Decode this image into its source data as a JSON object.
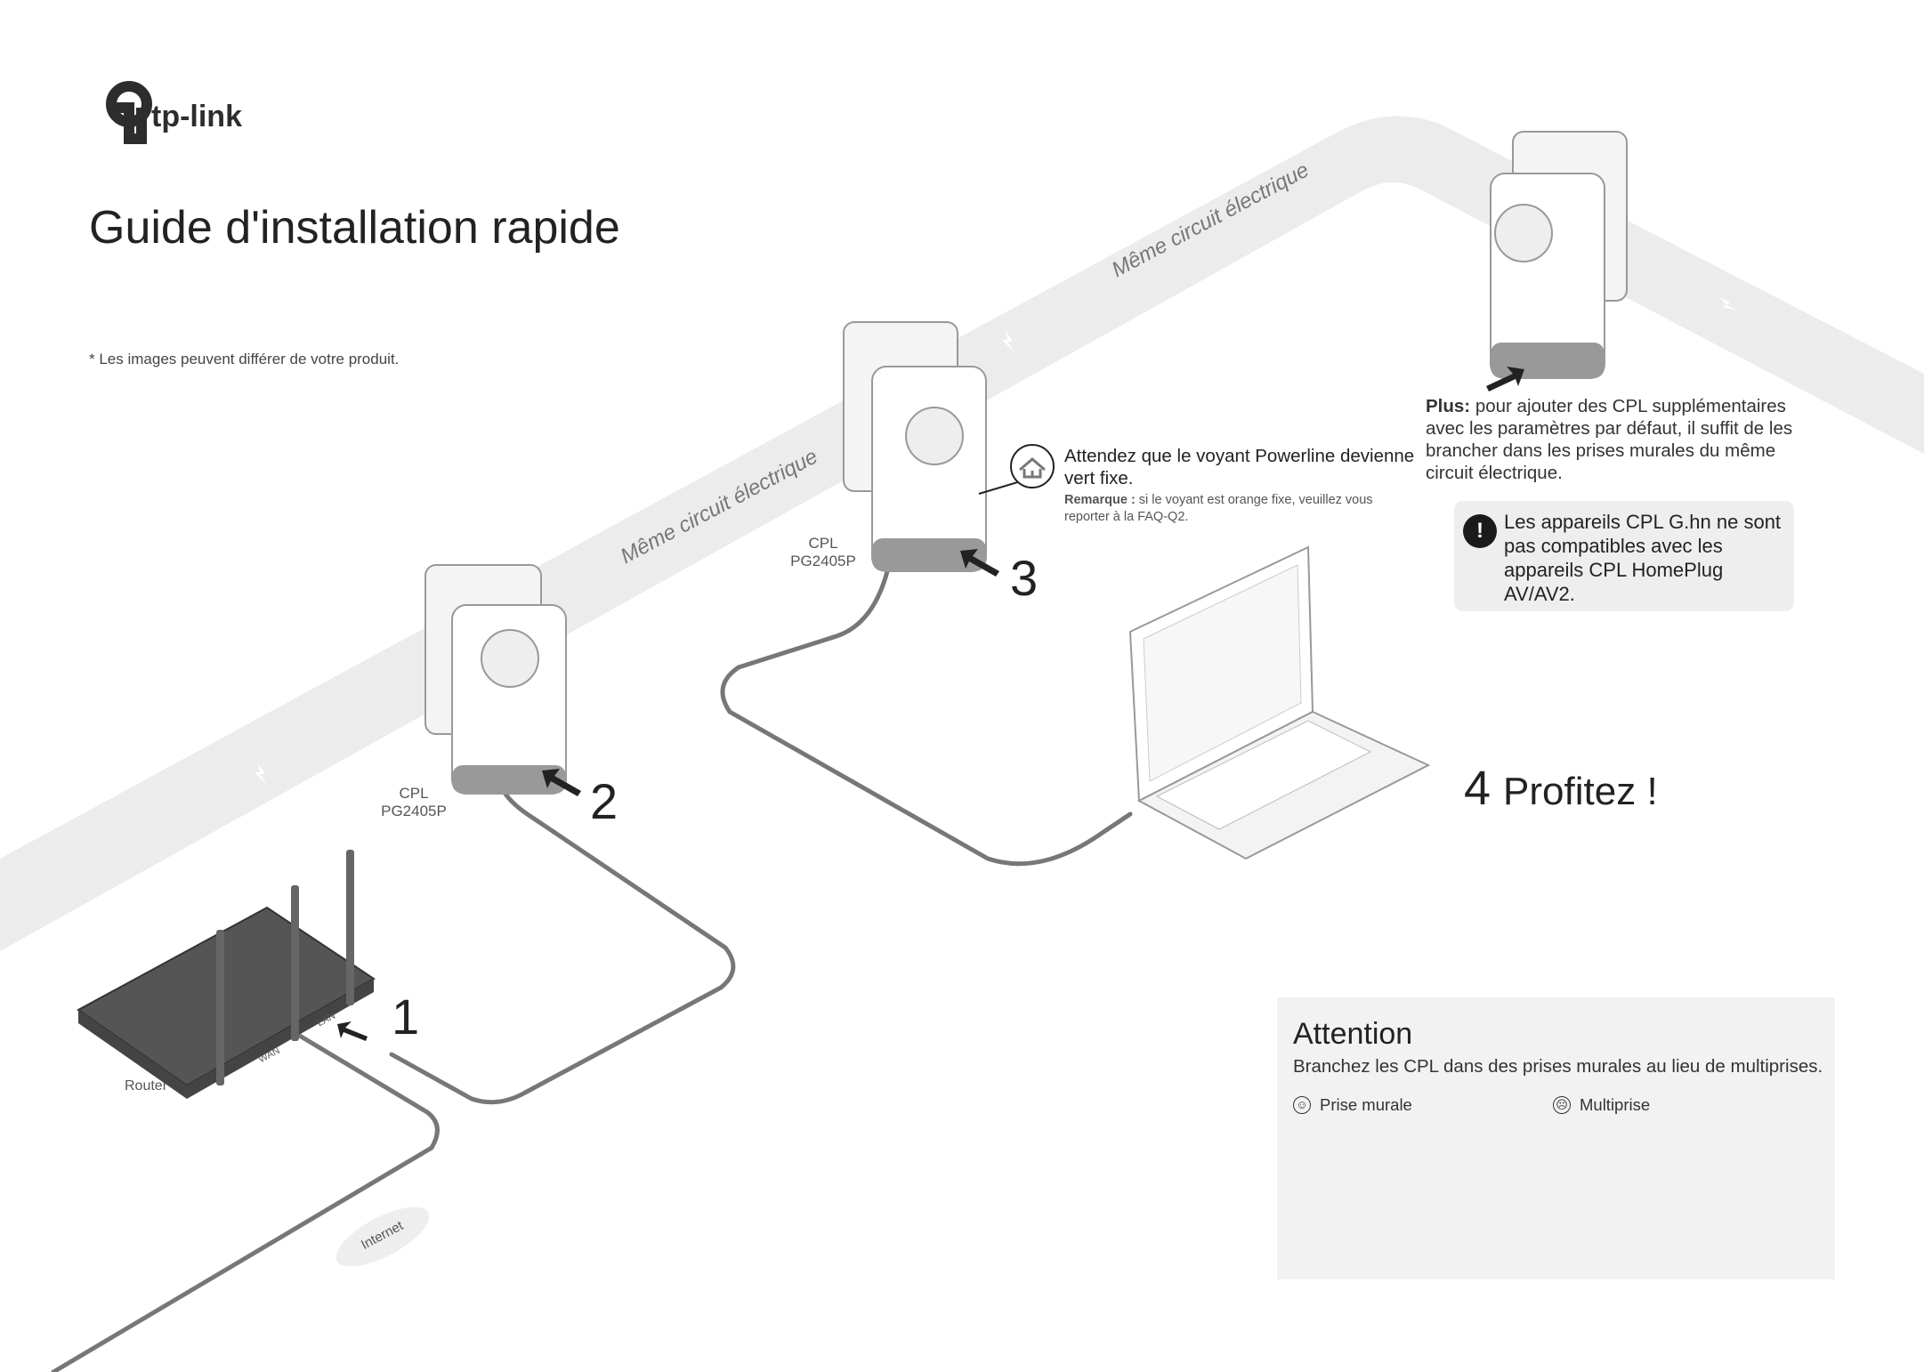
{
  "brand": {
    "logo_text": "tp-link"
  },
  "header": {
    "title": "Guide d'installation rapide",
    "footnote": "* Les images peuvent différer de votre produit."
  },
  "band": {
    "label_1": "Même circuit électrique",
    "label_2": "Même circuit électrique"
  },
  "devices": {
    "router_label": "Router",
    "lan_port": "LAN",
    "wan_port": "WAN",
    "internet_label": "Internet",
    "cpl_1": {
      "line1": "CPL",
      "line2": "PG2405P"
    },
    "cpl_2": {
      "line1": "CPL",
      "line2": "PG2405P"
    }
  },
  "steps": {
    "step1": "1",
    "step2": "2",
    "step3": "3",
    "step3_text": "Attendez que le voyant Powerline devienne vert fixe.",
    "step3_note_label": "Remarque :",
    "step3_note": " si le voyant est orange fixe, veuillez vous reporter à la FAQ-Q2.",
    "step4_number": "4",
    "step4_text": "Profitez !"
  },
  "plus": {
    "label": "Plus:",
    "text": " pour ajouter des CPL supplémentaires avec les paramètres par défaut, il suffit de les brancher dans les prises murales du même circuit électrique."
  },
  "warning": {
    "icon": "exclamation-icon",
    "symbol": "!",
    "text": "Les appareils CPL G.hn ne sont pas compatibles avec les appareils CPL HomePlug AV/AV2."
  },
  "attention": {
    "title": "Attention",
    "text": "Branchez les CPL dans des prises murales au lieu de multiprises.",
    "good_label": "Prise murale",
    "good_icon": "☺",
    "bad_label": "Multiprise",
    "bad_icon": "☹"
  },
  "colors": {
    "band": "#ececec",
    "cable": "#777777",
    "text": "#222222",
    "box": "#f2f2f2"
  }
}
